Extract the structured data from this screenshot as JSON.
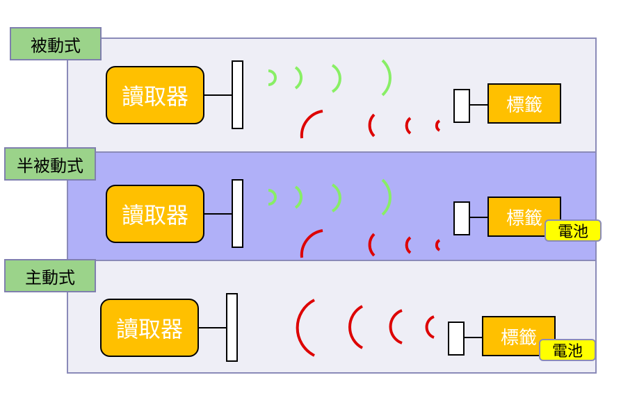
{
  "sections": [
    {
      "mode": "被動式",
      "reader": "讀取器",
      "label": "標籤"
    },
    {
      "mode": "半被動式",
      "reader": "讀取器",
      "label": "標籤",
      "battery": "電池"
    },
    {
      "mode": "主動式",
      "reader": "讀取器",
      "label": "標籤",
      "battery": "電池"
    }
  ],
  "colors": {
    "panel_light": "#eeeef6",
    "panel_blue": "#b0b0f8",
    "panel_border": "#8a8ab8",
    "mode_tag": "#9bd38a",
    "reader_fill": "#ffc000",
    "battery_fill": "#ffff00",
    "forward_wave": "#88ee66",
    "return_wave": "#dd0000"
  }
}
